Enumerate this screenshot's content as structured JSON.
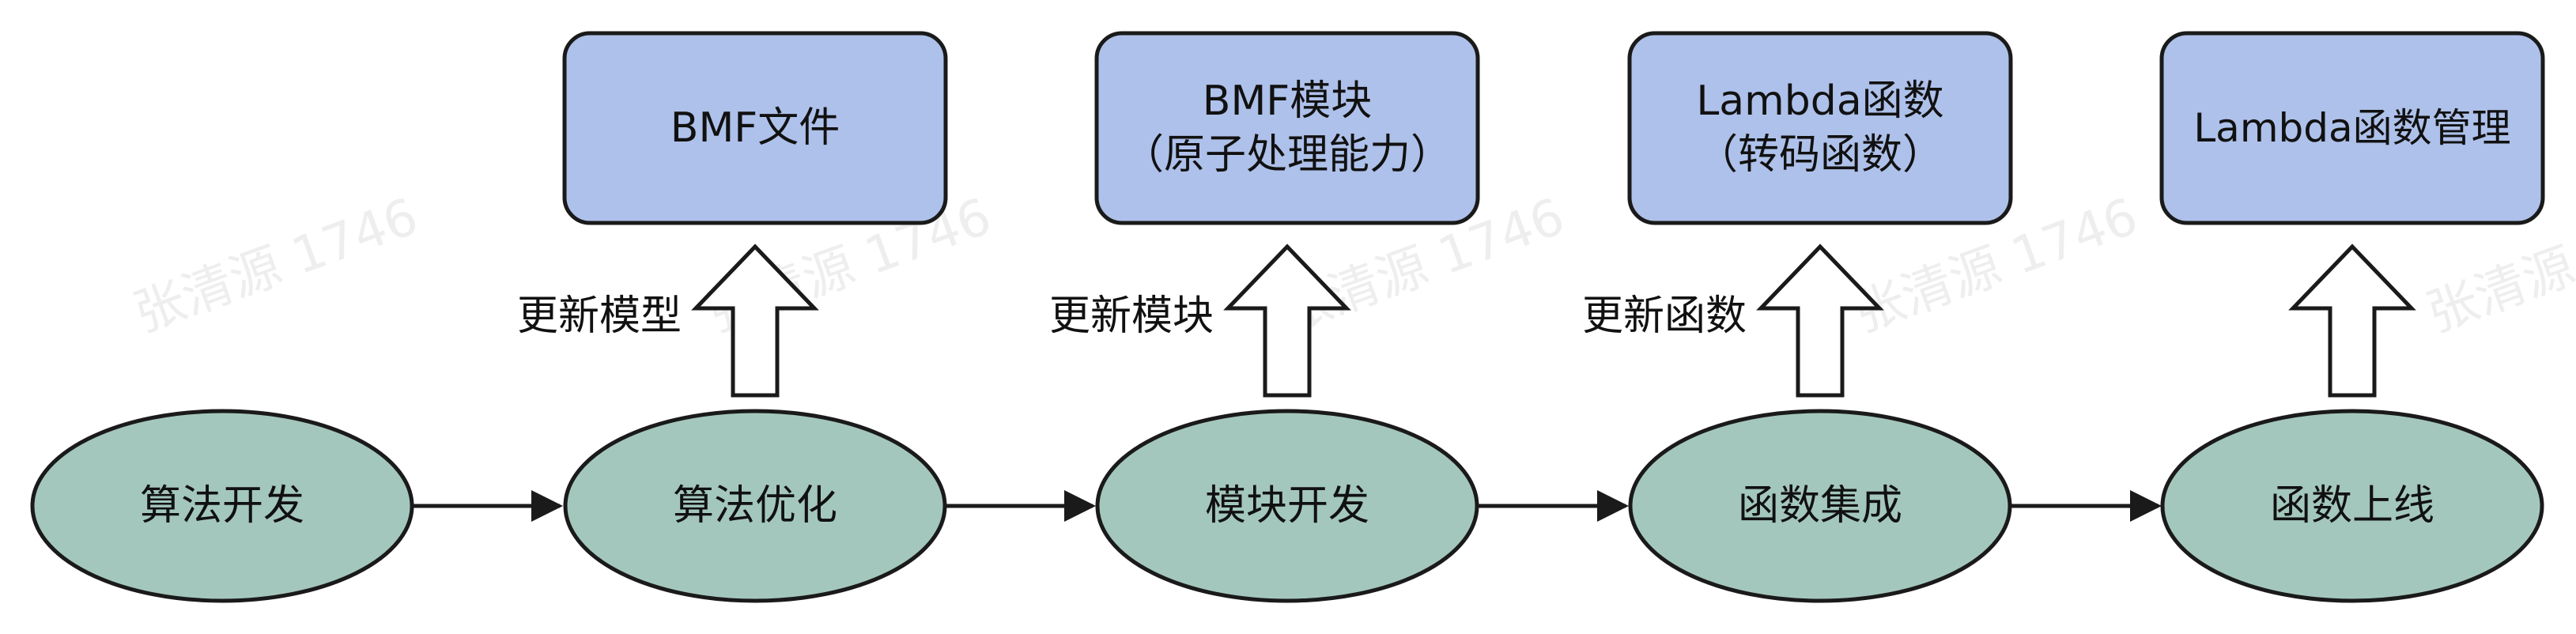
{
  "watermark": "张清源 1746",
  "stages": [
    {
      "label": "算法开发"
    },
    {
      "label": "算法优化"
    },
    {
      "label": "模块开发"
    },
    {
      "label": "函数集成"
    },
    {
      "label": "函数上线"
    }
  ],
  "products": [
    {
      "lines": [
        "BMF文件"
      ]
    },
    {
      "lines": [
        "BMF模块",
        "（原子处理能力）"
      ]
    },
    {
      "lines": [
        "Lambda函数",
        "（转码函数）"
      ]
    },
    {
      "lines": [
        "Lambda函数管理"
      ]
    }
  ],
  "updates": [
    {
      "label": "更新模型"
    },
    {
      "label": "更新模块"
    },
    {
      "label": "更新函数"
    }
  ],
  "colors": {
    "stage_fill": "#a4c7bd",
    "product_fill": "#aec1ea",
    "stroke": "#1a1a1a",
    "watermark": "#eeeeee"
  }
}
